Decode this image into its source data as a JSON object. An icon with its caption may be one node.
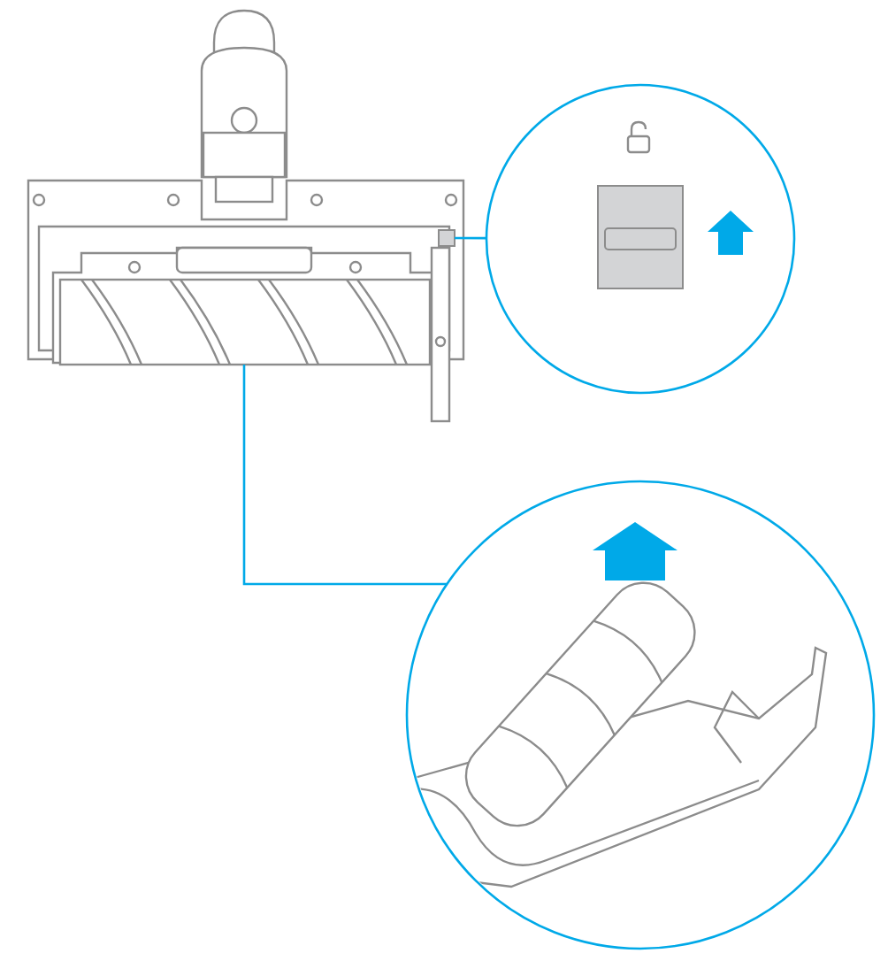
{
  "diagram": {
    "nodes": [
      {
        "text": [],
        "shape": "box"
      },
      {
        "text": [],
        "shape": "circle"
      },
      {
        "text": [],
        "shape": "cylinder"
      },
      {
        "text": [],
        "shape": "circle"
      }
    ],
    "edges": [
      {
        "from": 0,
        "to": 1,
        "arrow": "none"
      },
      {
        "from": 2,
        "to": 3,
        "arrow": "none"
      }
    ]
  }
}
